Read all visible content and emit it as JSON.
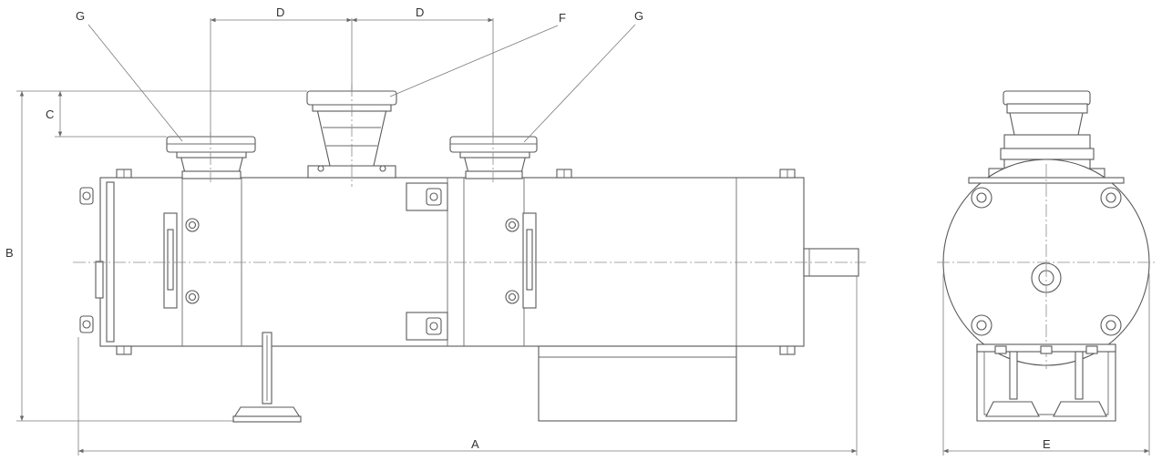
{
  "labels": {
    "A": "A",
    "B": "B",
    "C": "C",
    "D_left": "D",
    "D_right": "D",
    "E": "E",
    "F": "F",
    "G_left": "G",
    "G_right": "G"
  },
  "colors": {
    "line": "#5a5a5a",
    "dimension": "#7a7a7a",
    "text": "#333333",
    "background": "#ffffff"
  }
}
